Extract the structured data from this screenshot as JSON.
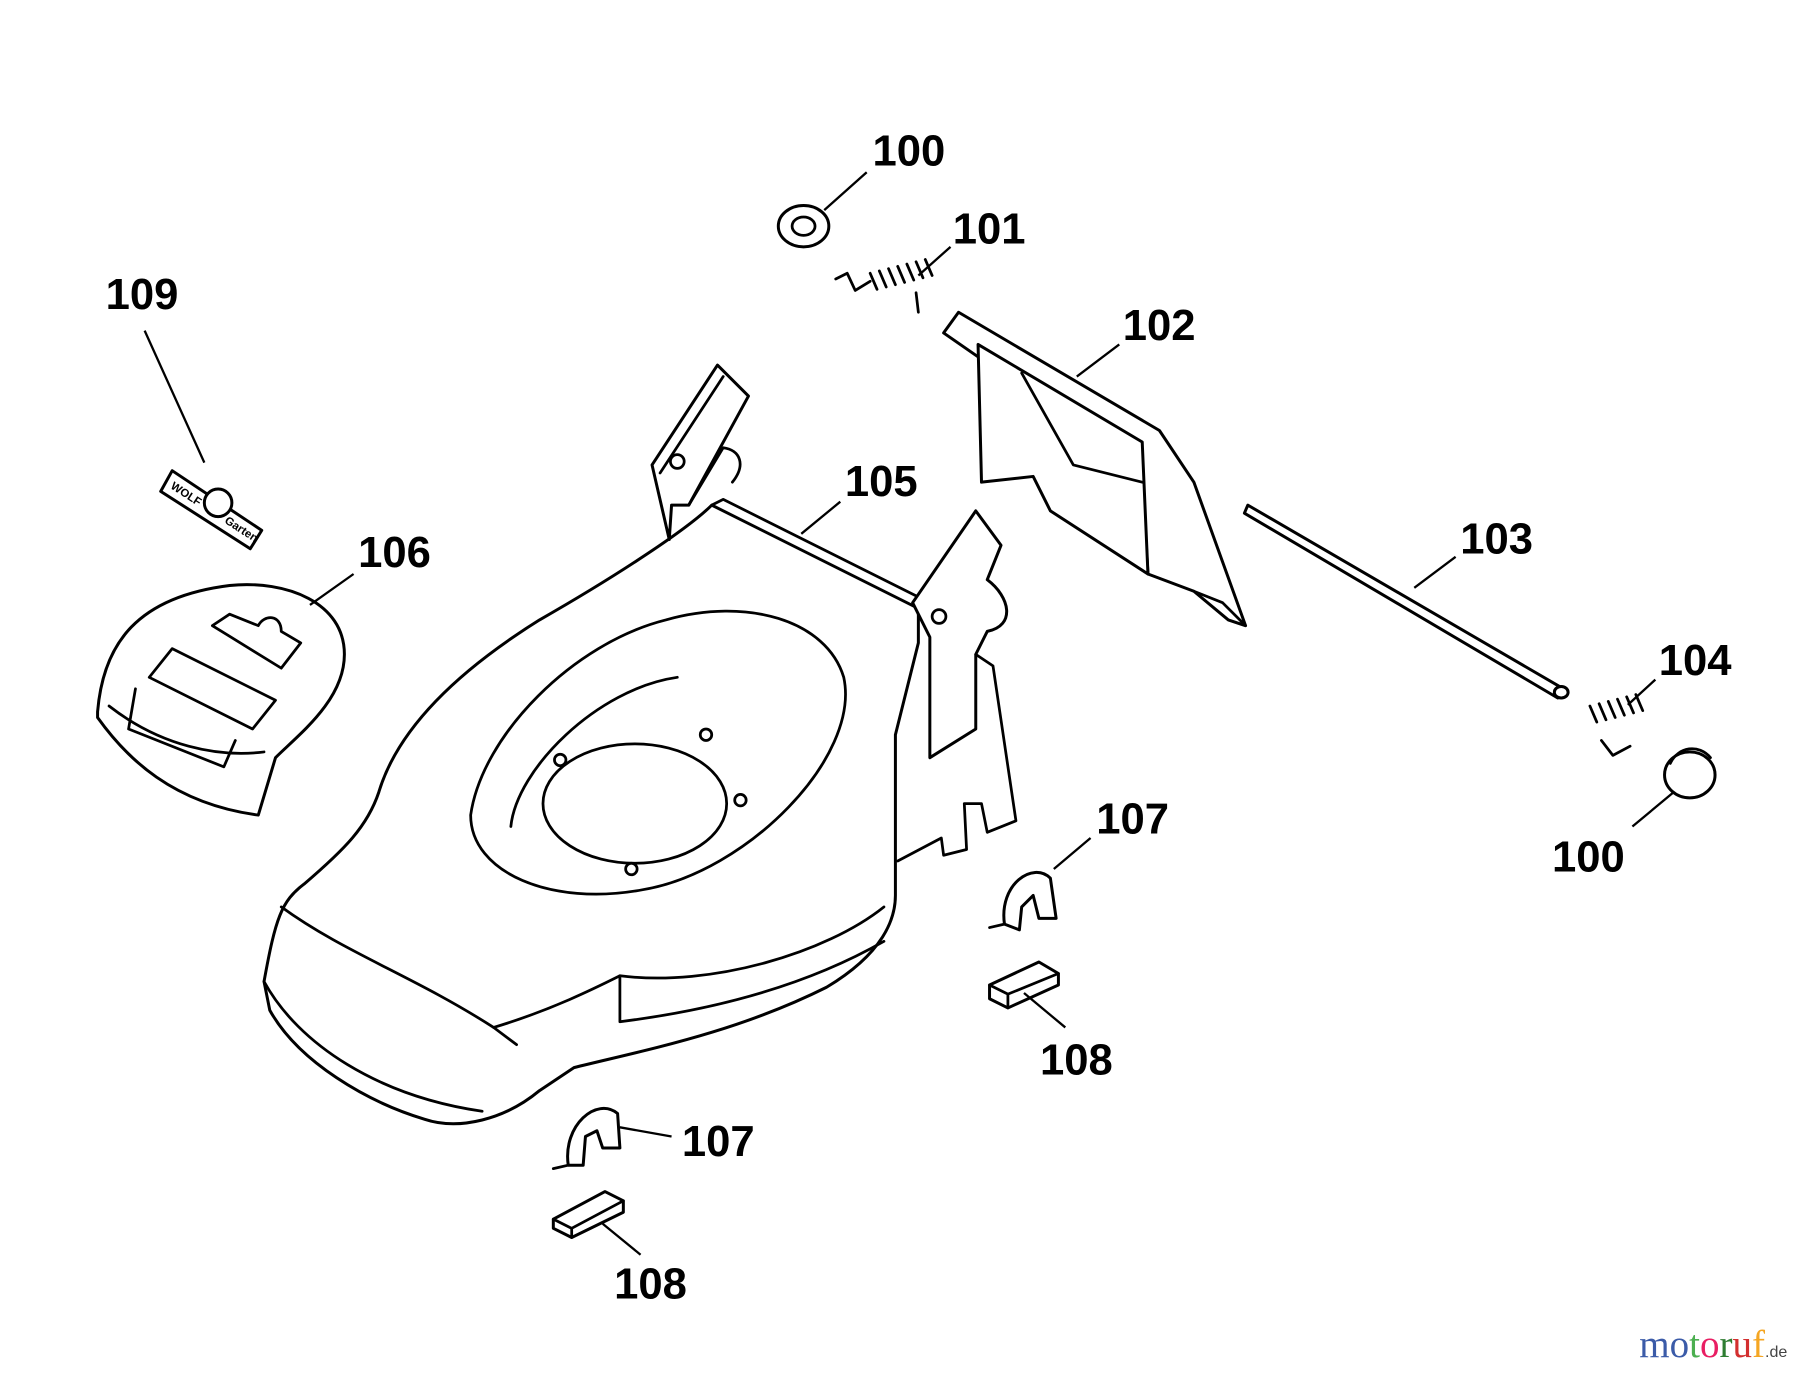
{
  "diagram": {
    "callouts": [
      {
        "id": "100a",
        "number": "100"
      },
      {
        "id": "101",
        "number": "101"
      },
      {
        "id": "102",
        "number": "102"
      },
      {
        "id": "103",
        "number": "103"
      },
      {
        "id": "104",
        "number": "104"
      },
      {
        "id": "100b",
        "number": "100"
      },
      {
        "id": "105",
        "number": "105"
      },
      {
        "id": "106",
        "number": "106"
      },
      {
        "id": "107a",
        "number": "107"
      },
      {
        "id": "108a",
        "number": "108"
      },
      {
        "id": "107b",
        "number": "107"
      },
      {
        "id": "108b",
        "number": "108"
      },
      {
        "id": "109",
        "number": "109"
      }
    ],
    "badge_text": [
      "WOLF",
      "Garten"
    ]
  },
  "watermark": {
    "letters": [
      "m",
      "o",
      "t",
      "o",
      "r",
      "u",
      "f"
    ],
    "letter_colors": [
      "#3b5ba8",
      "#3b5ba8",
      "#4caf50",
      "#e91e63",
      "#2e7d32",
      "#d32f2f",
      "#f5a623"
    ],
    "suffix": ".de"
  }
}
